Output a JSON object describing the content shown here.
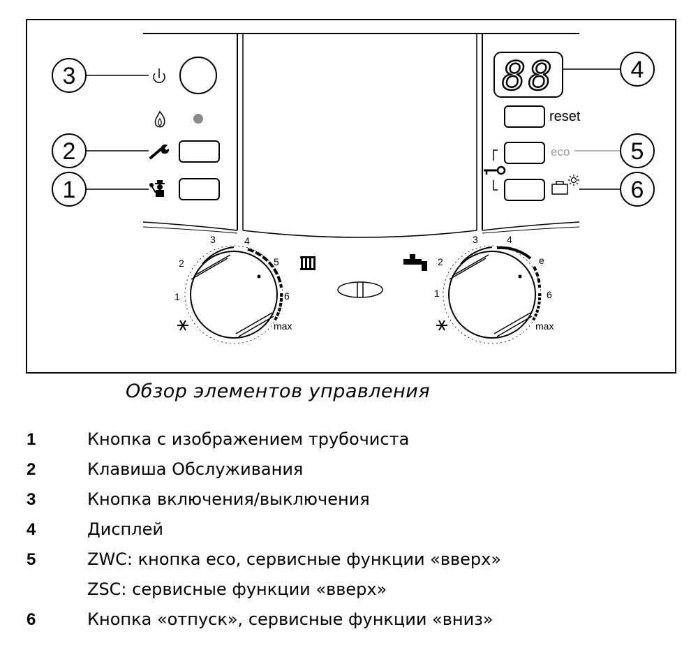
{
  "diagram": {
    "callouts": {
      "one": "1",
      "two": "2",
      "three": "3",
      "four": "4",
      "five": "5",
      "six": "6"
    },
    "display_digits": "88",
    "button_labels": {
      "reset": "reset",
      "eco": "eco"
    },
    "left_dial": {
      "scale": [
        "1",
        "2",
        "3",
        "4",
        "5",
        "6"
      ],
      "max_label": "max"
    },
    "right_dial": {
      "scale": [
        "1",
        "2",
        "3",
        "4",
        "e",
        "6"
      ],
      "max_label": "max"
    },
    "icons": {
      "power": "power-icon",
      "flame": "flame-icon",
      "wrench": "wrench-icon",
      "chimney_sweep": "chimney-sweep-icon",
      "radiator": "radiator-icon",
      "tap": "tap-icon",
      "snowflake": "snowflake-icon",
      "key_lock": "key-lock-icon",
      "vacation": "suitcase-sun-icon"
    },
    "colors": {
      "indicator_led": "#8a8a8a",
      "eco_label": "#9a9a9a"
    }
  },
  "caption": "Обзор элементов управления",
  "legend": [
    {
      "num": "1",
      "text": "Кнопка с изображением трубочиста"
    },
    {
      "num": "2",
      "text": "Клавиша Обслуживания"
    },
    {
      "num": "3",
      "text": "Кнопка включения/выключения"
    },
    {
      "num": "4",
      "text": "Дисплей"
    },
    {
      "num": "5",
      "text": "ZWC: кнопка eco, сервисные функции «вверх»",
      "sub": "ZSC: сервисные функции «вверх»"
    },
    {
      "num": "6",
      "text": "Кнопка «отпуск», сервисные функции «вниз»"
    }
  ]
}
